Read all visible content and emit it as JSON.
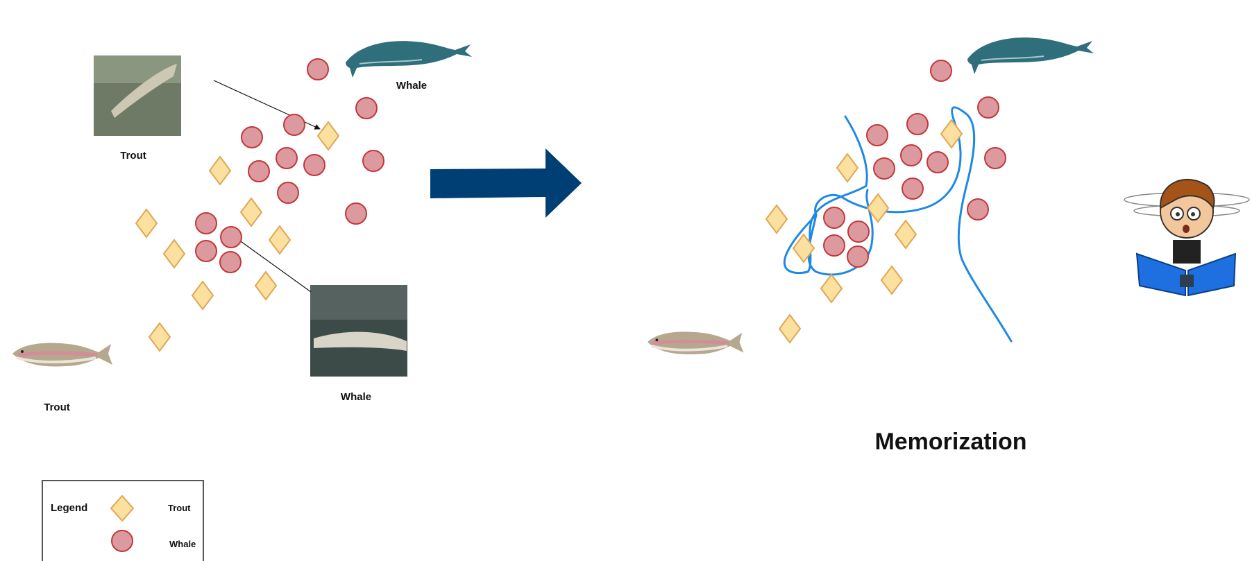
{
  "labels": {
    "thumb_top": "Trout",
    "whale_top": "Whale",
    "trout_bottom": "Trout",
    "thumb_bottom": "Whale",
    "title_right": "Memorization"
  },
  "legend": {
    "title": "Legend",
    "items": [
      {
        "shape": "diamond",
        "label": "Trout"
      },
      {
        "shape": "circle",
        "label": "Whale"
      }
    ]
  },
  "colors": {
    "trout_fill": "#fbe0a0",
    "trout_stroke": "#e0a653",
    "whale_fill": "#dc9a9e",
    "whale_stroke": "#c2373a",
    "arrow": "#003f73",
    "boundary": "#1e88e5"
  },
  "icons": {
    "whale": "whale-icon",
    "trout": "trout-icon",
    "confused_reader": "confused-reader-icon",
    "big_arrow": "right-arrow-icon"
  }
}
